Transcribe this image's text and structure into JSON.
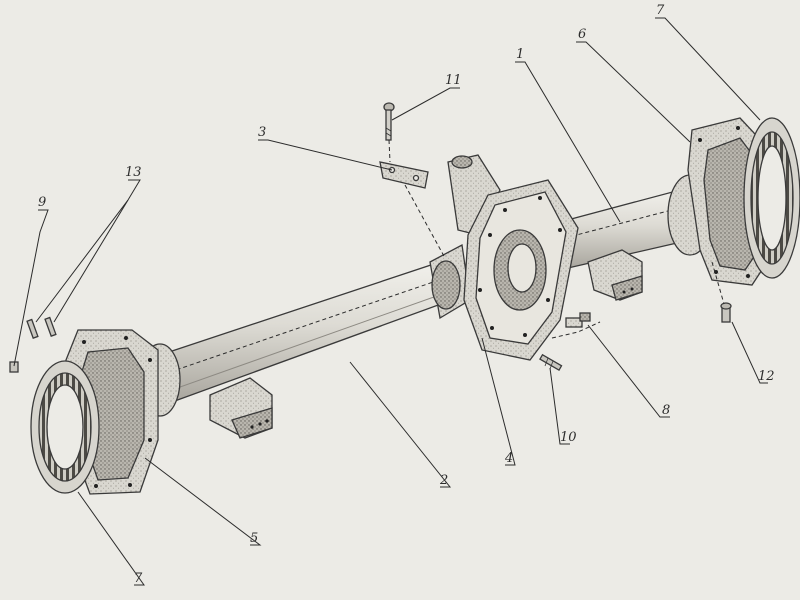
{
  "diagram": {
    "callouts": [
      {
        "id": "c1",
        "text": "1"
      },
      {
        "id": "c2",
        "text": "2"
      },
      {
        "id": "c3",
        "text": "3"
      },
      {
        "id": "c4",
        "text": "4"
      },
      {
        "id": "c5",
        "text": "5"
      },
      {
        "id": "c6",
        "text": "6"
      },
      {
        "id": "c7a",
        "text": "7"
      },
      {
        "id": "c7b",
        "text": "7"
      },
      {
        "id": "c8",
        "text": "8"
      },
      {
        "id": "c9",
        "text": "9"
      },
      {
        "id": "c10",
        "text": "10"
      },
      {
        "id": "c11",
        "text": "11"
      },
      {
        "id": "c12",
        "text": "12"
      },
      {
        "id": "c13",
        "text": "13"
      }
    ]
  }
}
